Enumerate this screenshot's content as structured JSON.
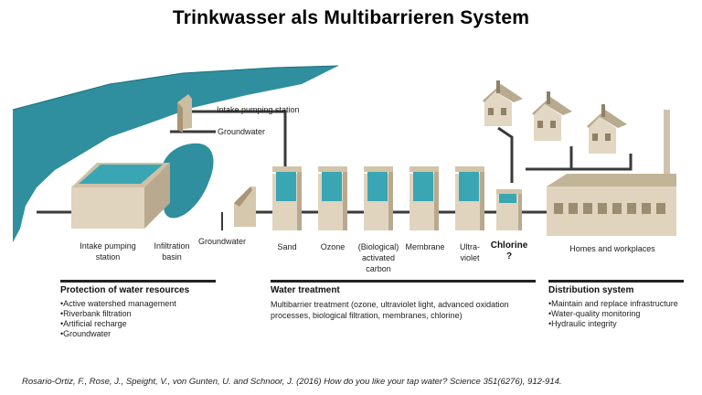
{
  "title": "Trinkwasser als Multibarrieren System",
  "callouts": {
    "intake_station": "Intake pumping station",
    "groundwater_top": "Groundwater"
  },
  "labels": {
    "intake_pumping_station": [
      "Intake pumping",
      "station"
    ],
    "infiltration_basin": [
      "Infiltration",
      "basin"
    ],
    "groundwater": "Groundwater",
    "sand": "Sand",
    "ozone": "Ozone",
    "biological_carbon": [
      "(Biological)",
      "activated",
      "carbon"
    ],
    "membrane": "Membrane",
    "ultraviolet": [
      "Ultra-",
      "violet"
    ],
    "chlorine": [
      "Chlorine",
      "?"
    ],
    "homes": "Homes and workplaces"
  },
  "sections": {
    "protection": {
      "heading": "Protection of water resources",
      "items": [
        "•Active watershed management",
        "•Riverbank filtration",
        "•Artificial recharge",
        "•Groundwater"
      ]
    },
    "treatment": {
      "heading": "Water treatment",
      "text": "Multibarrier treatment (ozone, ultraviolet light, advanced oxidation processes, biological filtration, membranes, chlorine)"
    },
    "distribution": {
      "heading": "Distribution system",
      "items": [
        "•Maintain and replace infrastructure",
        "•Water-quality monitoring",
        "•Hydraulic integrity"
      ]
    }
  },
  "citation": "Rosario-Ortiz, F., Rose, J., Speight, V., von Gunten, U. and Schnoor, J. (2016) How do you like your tap water? Science 351(6276), 912-914.",
  "colors": {
    "water": "#2f8f9e",
    "basin": "#d9cbb3",
    "pipe": "#3a3a3a",
    "tank_water": "#3aa6b3"
  }
}
